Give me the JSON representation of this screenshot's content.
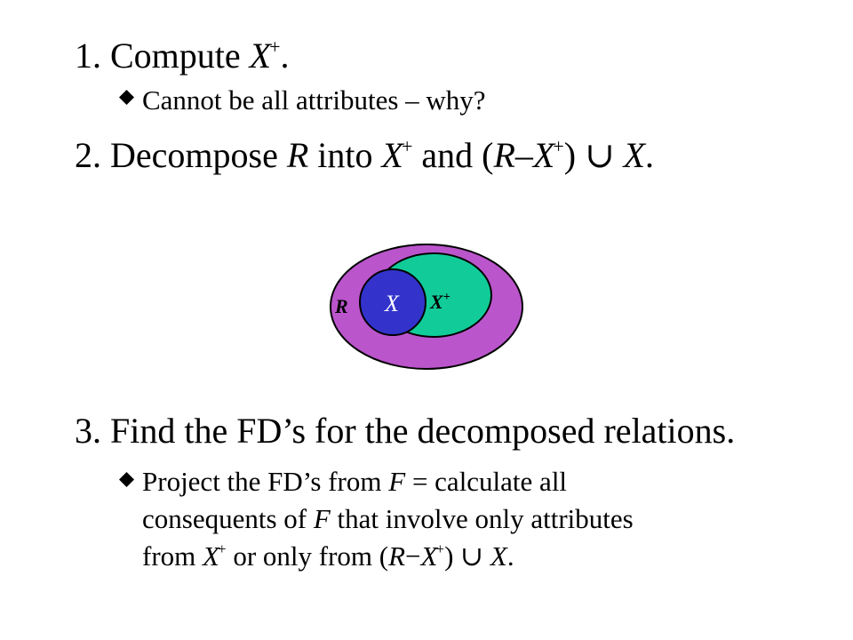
{
  "step1": {
    "number": "1.",
    "text": "Compute ",
    "var": "X",
    "sup": "+",
    "end": "."
  },
  "step1_bullet": {
    "text": "Cannot be all attributes – why?"
  },
  "step2": {
    "number": "2.",
    "t1": "Decompose ",
    "R": "R",
    "t2": " into ",
    "X1": "X",
    "sup1": "+",
    "t3": " and (",
    "R2": "R",
    "minus": "–",
    "X2": "X",
    "sup2": "+",
    "t4": ") ",
    "union": "∪",
    "t5": " ",
    "X3": "X",
    "end": "."
  },
  "diagram": {
    "label_R": "R",
    "label_X": "X",
    "label_Xplus": "X",
    "label_Xplus_sup": "+",
    "colors": {
      "outer": "#bb55cc",
      "middle": "#11cc99",
      "inner": "#3333cc"
    }
  },
  "step3": {
    "number": "3.",
    "text": "Find the FD’s for the decomposed relations."
  },
  "step3_bullet": {
    "l1a": "Project the FD’s from ",
    "l1F": "F",
    "l1b": " = calculate all",
    "l2a": "consequents of ",
    "l2F": "F",
    "l2b": " that involve only attributes",
    "l3a": "from ",
    "l3X": "X",
    "l3sup": "+",
    "l3b": " or only from (",
    "l3R": "R",
    "l3minus": "−",
    "l3X2": "X",
    "l3sup2": "+",
    "l3c": ") ",
    "l3union": "∪",
    "l3d": " ",
    "l3X3": "X",
    "l3end": "."
  }
}
